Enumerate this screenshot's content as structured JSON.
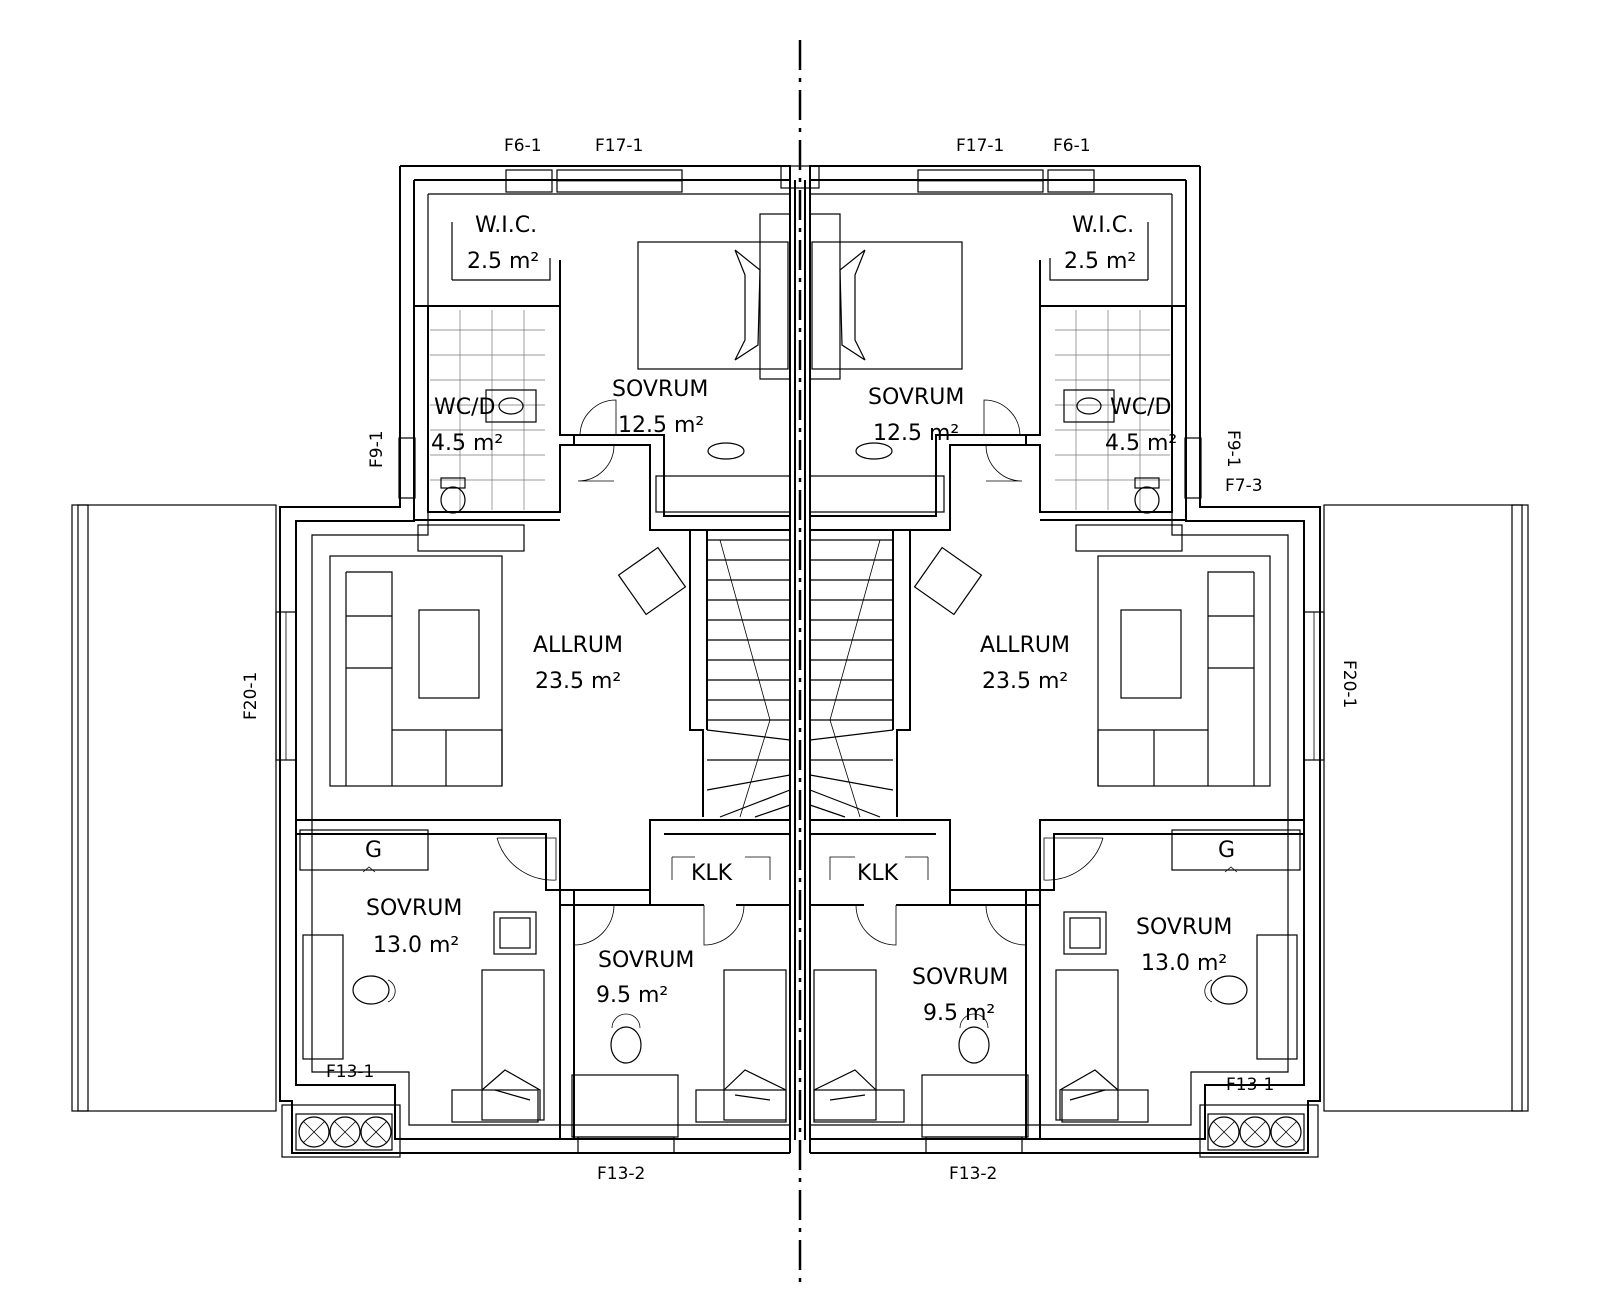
{
  "rooms": {
    "wic_left": {
      "name": "W.I.C.",
      "area": "2.5 m²"
    },
    "wic_right": {
      "name": "W.I.C.",
      "area": "2.5 m²"
    },
    "wc_left": {
      "name": "WC/D",
      "area": "4.5 m²"
    },
    "wc_right": {
      "name": "WC/D",
      "area": "4.5 m²"
    },
    "master_left": {
      "name": "SOVRUM",
      "area": "12.5 m²"
    },
    "master_right": {
      "name": "SOVRUM",
      "area": "12.5 m²"
    },
    "allrum_left": {
      "name": "ALLRUM",
      "area": "23.5 m²"
    },
    "allrum_right": {
      "name": "ALLRUM",
      "area": "23.5 m²"
    },
    "bed13_left": {
      "name": "SOVRUM",
      "area": "13.0 m²"
    },
    "bed13_right": {
      "name": "SOVRUM",
      "area": "13.0 m²"
    },
    "bed9_left": {
      "name": "SOVRUM",
      "area": "9.5 m²"
    },
    "bed9_right": {
      "name": "SOVRUM",
      "area": "9.5 m²"
    },
    "klk_left": {
      "name": "KLK"
    },
    "klk_right": {
      "name": "KLK"
    },
    "g_left": {
      "name": "G"
    },
    "g_right": {
      "name": "G"
    }
  },
  "windows": {
    "f6_left": "F6-1",
    "f17_left": "F17-1",
    "f17_right": "F17-1",
    "f6_right": "F6-1",
    "f9_left": "F9-1",
    "f9_right": "F9-1",
    "f7_right": "F7-3",
    "f20_left": "F20-1",
    "f20_right": "F20-1",
    "f13_1_left": "F13-1",
    "f13_1_right": "F13-1",
    "f13_2_left": "F13-2",
    "f13_2_right": "F13-2"
  }
}
